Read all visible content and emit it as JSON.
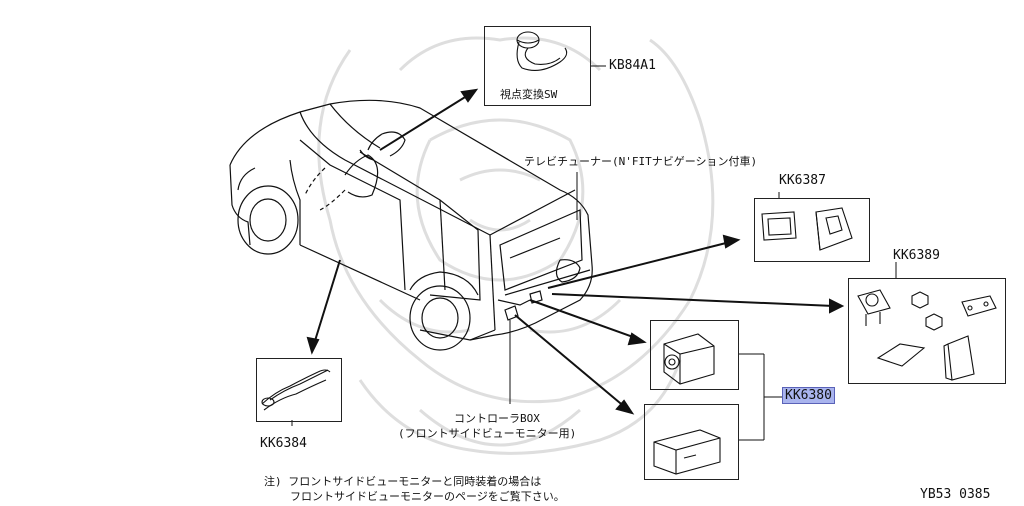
{
  "parts": {
    "switch": {
      "code": "KB84A1",
      "caption": "視点変換SW"
    },
    "tv_tuner": {
      "caption": "テレビチューナー(N'FITナビゲーション付車)"
    },
    "kk6387": {
      "code": "KK6387"
    },
    "kk6389": {
      "code": "KK6389"
    },
    "kk6380": {
      "code": "KK6380"
    },
    "kk6384": {
      "code": "KK6384"
    },
    "controller": {
      "line1": "コントローラBOX",
      "line2": "(フロントサイドビューモニター用)"
    }
  },
  "note": {
    "line1": "注) フロントサイドビューモニターと同時装着の場合は",
    "line2": "フロントサイドビューモニターのページをご覧下さい。"
  },
  "figure_id": "YB53 0385",
  "colors": {
    "highlight": "#a9b4ee",
    "watermark": "#dedede",
    "line": "#111111"
  }
}
